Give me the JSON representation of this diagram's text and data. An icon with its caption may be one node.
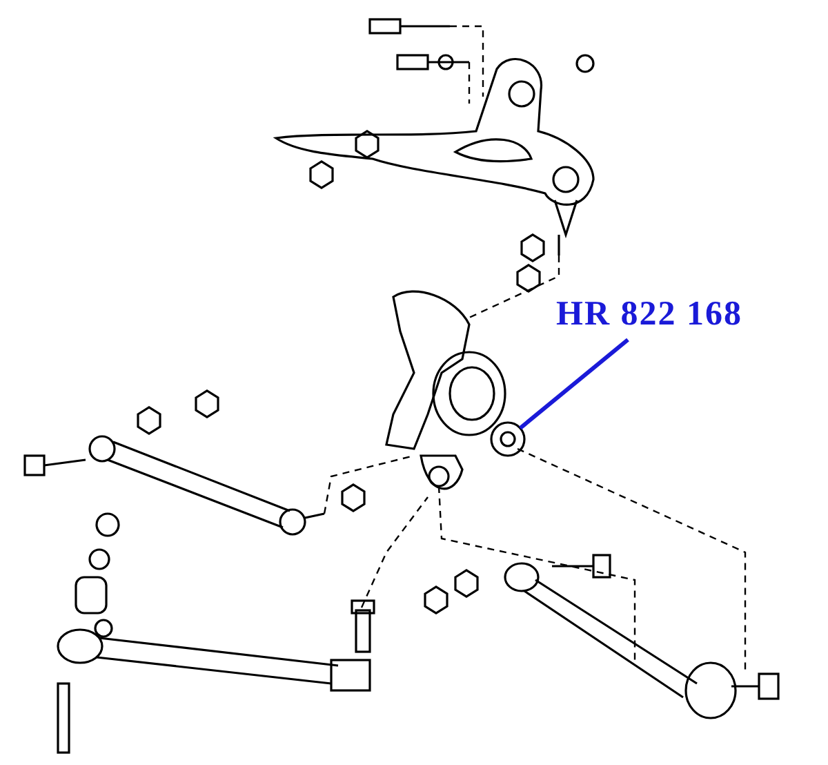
{
  "diagram": {
    "nodes": [
      {
        "text": [
          "HR 822 168"
        ]
      },
      {
        "text": [],
        "shape": "picture"
      }
    ],
    "edges": [
      {
        "from": 0,
        "to": 1,
        "arrow": "none"
      }
    ]
  }
}
